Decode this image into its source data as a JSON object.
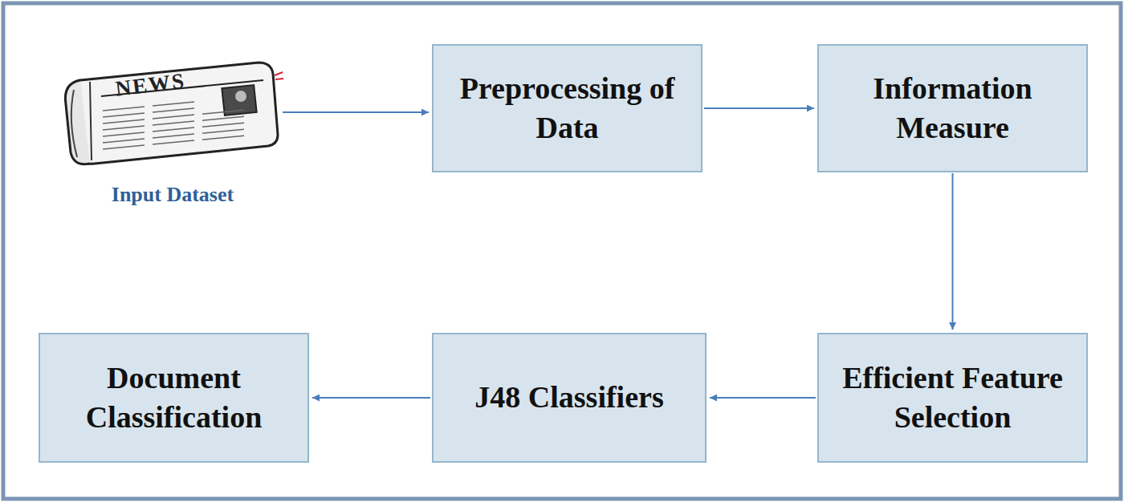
{
  "diagram": {
    "nodes": [
      {
        "text": [
          "Input Dataset"
        ]
      },
      {
        "text": [
          "Preprocessing of Data"
        ]
      },
      {
        "text": [
          "Information Measure"
        ]
      },
      {
        "text": [
          "Efficient Feature Selection"
        ]
      },
      {
        "text": [
          "J48 Classifiers"
        ]
      },
      {
        "text": [
          "Document Classification"
        ]
      }
    ],
    "edges": [
      {
        "from": 0,
        "to": 1,
        "arrow": "to"
      },
      {
        "from": 1,
        "to": 2,
        "arrow": "to"
      },
      {
        "from": 2,
        "to": 3,
        "arrow": "to"
      },
      {
        "from": 3,
        "to": 4,
        "arrow": "to"
      },
      {
        "from": 4,
        "to": 5,
        "arrow": "to"
      }
    ],
    "labels": [
      "NEWS"
    ]
  }
}
